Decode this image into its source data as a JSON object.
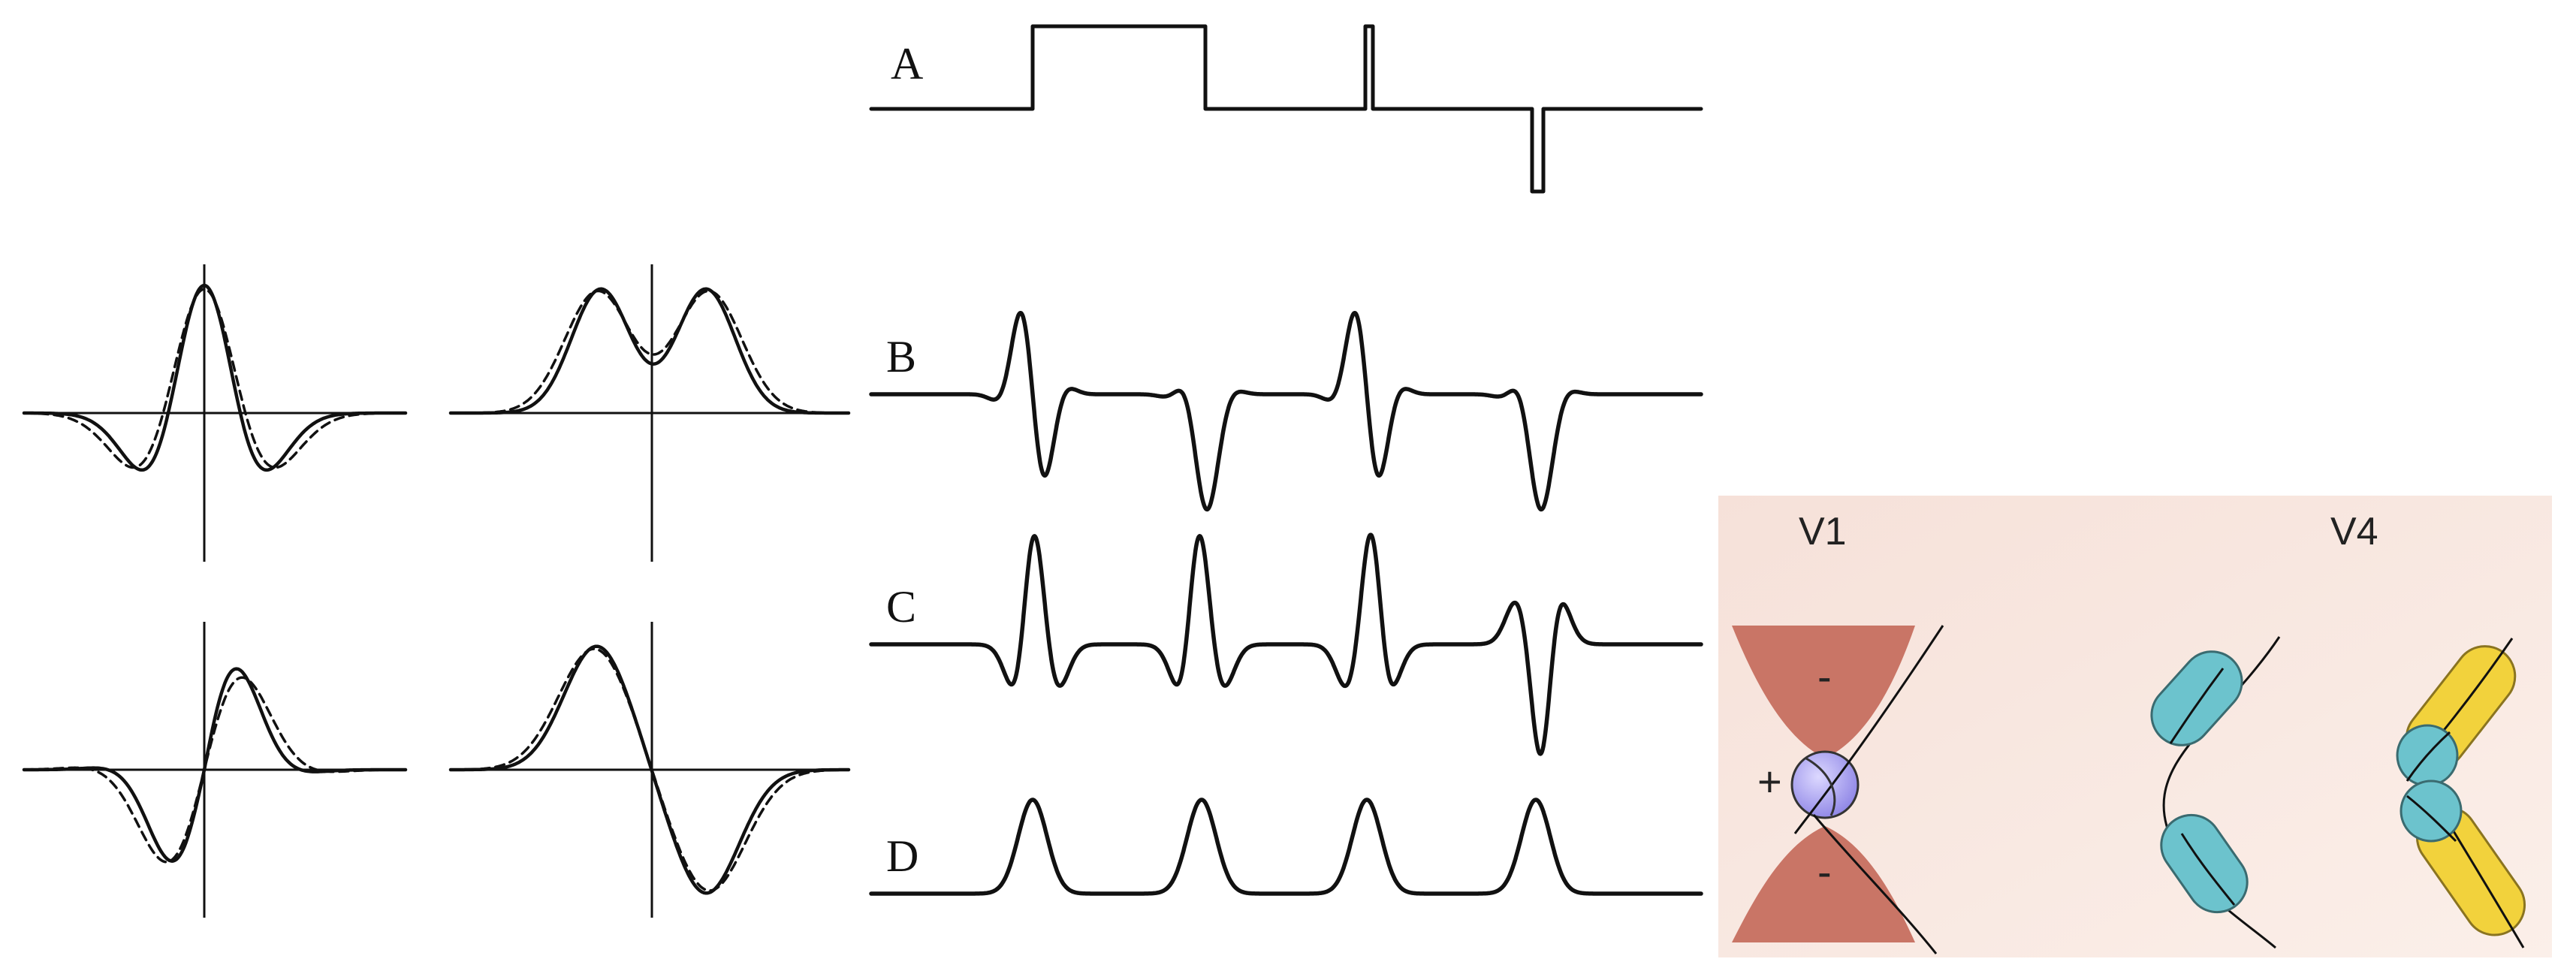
{
  "trace_labels": [
    "A",
    "B",
    "C",
    "D"
  ],
  "v1_panel": {
    "label": "V1",
    "center_sign": "+",
    "flank_top_sign": "-",
    "flank_bottom_sign": "-"
  },
  "v4_panel": {
    "label": "V4"
  },
  "colors": {
    "line": "#111111",
    "panel_bg": "#f8e6df",
    "flank_fill": "#c97566",
    "center_fill": "#a9a2f0",
    "capsule_cyan": "#6cc3cd",
    "capsule_yellow": "#f2d23c"
  },
  "icons": [
    "wavelet-filter-plots",
    "edge-response-traces",
    "v1-receptive-field-diagram",
    "v4-curvature-diagram"
  ]
}
